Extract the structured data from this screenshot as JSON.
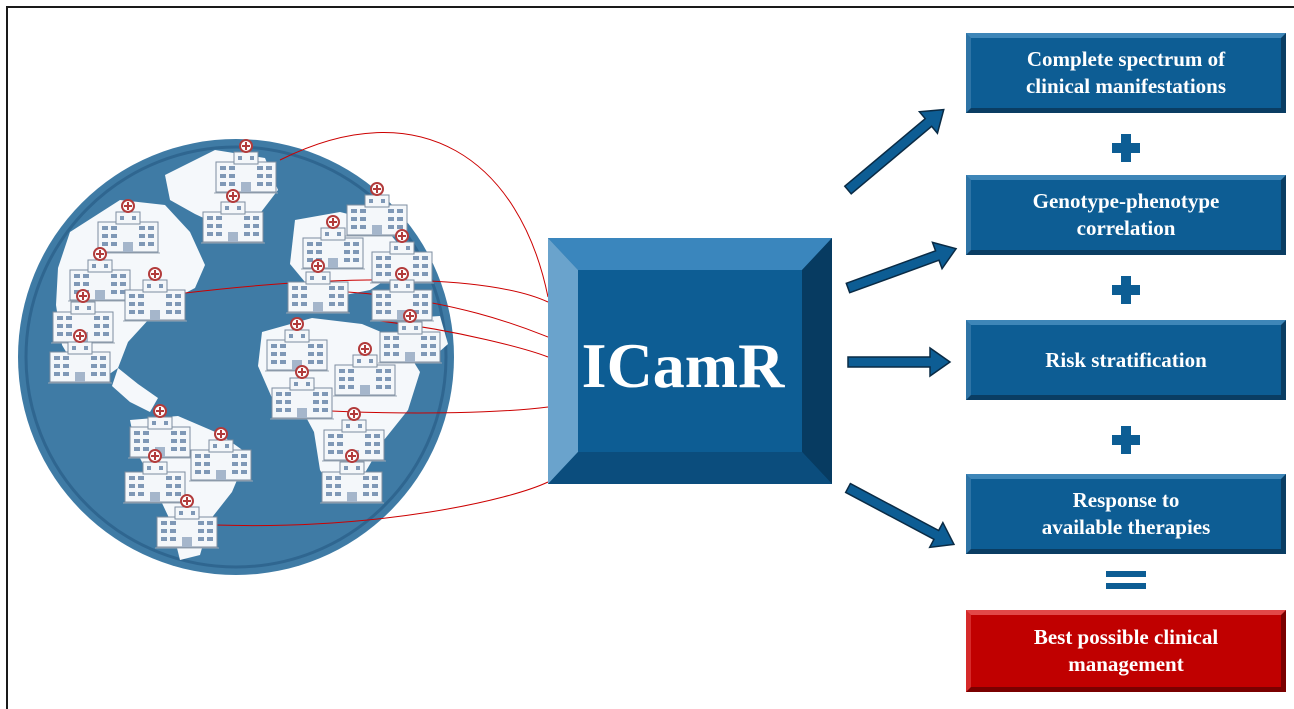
{
  "hub": {
    "label": "ICamR",
    "color": "#0d5d94"
  },
  "outputs": [
    {
      "line1": "Complete spectrum of",
      "line2": "clinical manifestations",
      "style": "blue"
    },
    {
      "line1": "Genotype-phenotype",
      "line2": "correlation",
      "style": "blue"
    },
    {
      "line1": "Risk stratification",
      "line2": "",
      "style": "blue"
    },
    {
      "line1": "Response to",
      "line2": "available therapies",
      "style": "blue"
    },
    {
      "line1": "Best possible clinical",
      "line2": "management",
      "style": "red"
    }
  ],
  "operators": [
    "plus",
    "plus",
    "plus",
    "equals"
  ],
  "colors": {
    "blue": "#0d5d94",
    "red": "#c00000",
    "connector": "#cc0000",
    "globe": "#3f7ba5"
  },
  "icons": {
    "hospital": "hospital-icon",
    "globe": "globe-icon",
    "arrow": "arrow-icon"
  }
}
